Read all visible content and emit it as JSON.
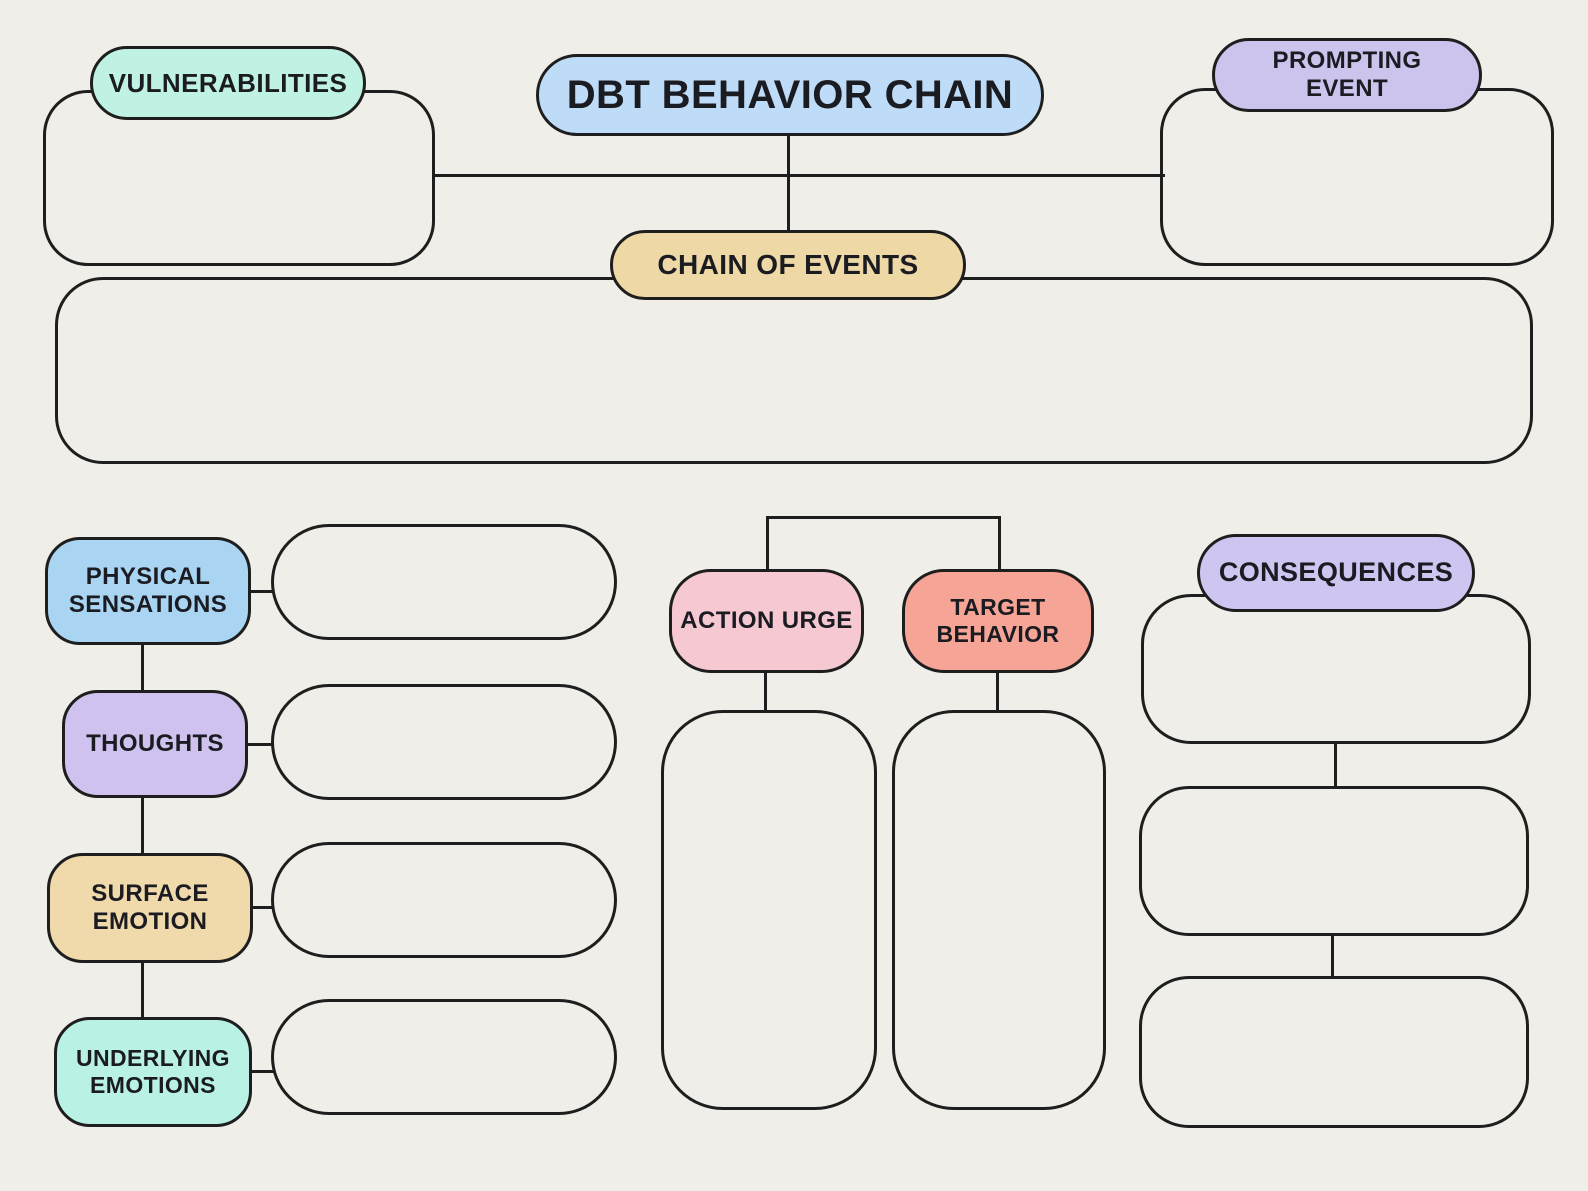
{
  "canvas": {
    "background": "#efeee9",
    "stroke": "#1e1e1e",
    "text_color": "#1b1b22"
  },
  "title": {
    "label": "DBT BEHAVIOR CHAIN",
    "color": "#bedcf7"
  },
  "nodes": {
    "vulnerabilities": {
      "label": "VULNERABILITIES",
      "color": "#c0f2e3"
    },
    "prompting_event": {
      "label": "PROMPTING\nEVENT",
      "color": "#cdc4ee"
    },
    "chain_of_events": {
      "label": "CHAIN OF EVENTS",
      "color": "#eed8a6"
    },
    "physical_sensations": {
      "label": "PHYSICAL\nSENSATIONS",
      "color": "#a9d5f3"
    },
    "thoughts": {
      "label": "THOUGHTS",
      "color": "#cfc2ef"
    },
    "surface_emotion": {
      "label": "SURFACE\nEMOTION",
      "color": "#f0d9ab"
    },
    "underlying_emotions": {
      "label": "UNDERLYING\nEMOTIONS",
      "color": "#b9f2e4"
    },
    "action_urge": {
      "label": "ACTION URGE",
      "color": "#f6c9d2"
    },
    "target_behavior": {
      "label": "TARGET\nBEHAVIOR",
      "color": "#f5a495"
    },
    "consequences": {
      "label": "CONSEQUENCES",
      "color": "#cfc5f1"
    }
  }
}
